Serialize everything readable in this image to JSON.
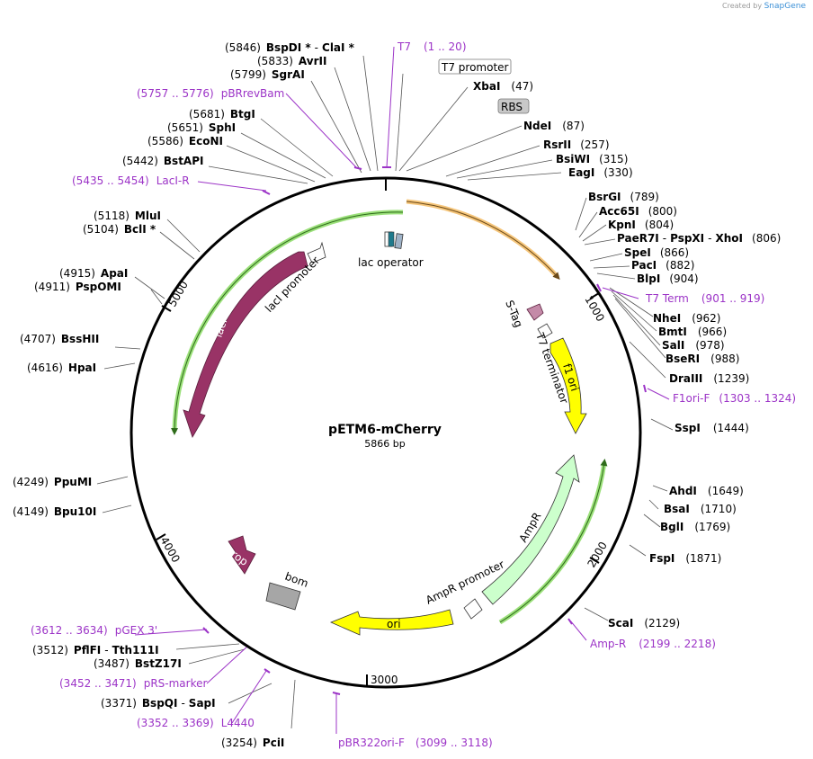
{
  "credit": {
    "created_by": "Created by",
    "brand": "SnapGene"
  },
  "plasmid": {
    "name": "pETM6-mCherry",
    "length_label": "5866 bp"
  },
  "ticks": [
    "1000",
    "2000",
    "3000",
    "4000",
    "5000"
  ],
  "sites_left": [
    {
      "pos": "(5846)",
      "name": "BspDI *",
      "extra": "ClaI *"
    },
    {
      "pos": "(5833)",
      "name": "AvrII"
    },
    {
      "pos": "(5799)",
      "name": "SgrAI"
    },
    {
      "pos": "(5681)",
      "name": "BtgI"
    },
    {
      "pos": "(5651)",
      "name": "SphI"
    },
    {
      "pos": "(5586)",
      "name": "EcoNI"
    },
    {
      "pos": "(5442)",
      "name": "BstAPI"
    },
    {
      "pos": "(5118)",
      "name": "MluI"
    },
    {
      "pos": "(5104)",
      "name": "BclI *"
    },
    {
      "pos": "(4915)",
      "name": "ApaI"
    },
    {
      "pos": "(4911)",
      "name": "PspOMI"
    },
    {
      "pos": "(4707)",
      "name": "BssHII"
    },
    {
      "pos": "(4616)",
      "name": "HpaI"
    },
    {
      "pos": "(4249)",
      "name": "PpuMI"
    },
    {
      "pos": "(4149)",
      "name": "Bpu10I"
    },
    {
      "pos": "(3512)",
      "name": "PflFI",
      "extra": "Tth111I"
    },
    {
      "pos": "(3487)",
      "name": "BstZ17I"
    },
    {
      "pos": "(3371)",
      "name": "BspQI",
      "extra": "SapI"
    },
    {
      "pos": "(3254)",
      "name": "PciI"
    }
  ],
  "sites_right": [
    {
      "name": "XbaI",
      "pos": "(47)"
    },
    {
      "name": "NdeI",
      "pos": "(87)"
    },
    {
      "name": "RsrII",
      "pos": "(257)"
    },
    {
      "name": "BsiWI",
      "pos": "(315)"
    },
    {
      "name": "EagI",
      "pos": "(330)"
    },
    {
      "name": "BsrGI",
      "pos": "(789)"
    },
    {
      "name": "Acc65I",
      "pos": "(800)"
    },
    {
      "name": "KpnI",
      "pos": "(804)"
    },
    {
      "name": "PaeR7I",
      "extra": "PspXI",
      "extra2": "XhoI",
      "pos": "(806)"
    },
    {
      "name": "SpeI",
      "pos": "(866)"
    },
    {
      "name": "PacI",
      "pos": "(882)"
    },
    {
      "name": "BlpI",
      "pos": "(904)"
    },
    {
      "name": "NheI",
      "pos": "(962)"
    },
    {
      "name": "BmtI",
      "pos": "(966)"
    },
    {
      "name": "SalI",
      "pos": "(978)"
    },
    {
      "name": "BseRI",
      "pos": "(988)"
    },
    {
      "name": "DraIII",
      "pos": "(1239)"
    },
    {
      "name": "SspI",
      "pos": "(1444)"
    },
    {
      "name": "AhdI",
      "pos": "(1649)"
    },
    {
      "name": "BsaI",
      "pos": "(1710)"
    },
    {
      "name": "BglI",
      "pos": "(1769)"
    },
    {
      "name": "FspI",
      "pos": "(1871)"
    },
    {
      "name": "ScaI",
      "pos": "(2129)"
    }
  ],
  "primers": [
    {
      "name": "T7",
      "range": "(1 .. 20)"
    },
    {
      "name": "pBRrevBam",
      "range": "(5757 .. 5776)"
    },
    {
      "name": "LacI-R",
      "range": "(5435 .. 5454)"
    },
    {
      "name": "T7 Term",
      "range": "(901 .. 919)"
    },
    {
      "name": "F1ori-F",
      "range": "(1303 .. 1324)"
    },
    {
      "name": "Amp-R",
      "range": "(2199 .. 2218)"
    },
    {
      "name": "pGEX 3'",
      "range": "(3612 .. 3634)"
    },
    {
      "name": "pRS-marker",
      "range": "(3452 .. 3471)"
    },
    {
      "name": "L4440",
      "range": "(3352 .. 3369)"
    },
    {
      "name": "pBR322ori-F",
      "range": "(3099 .. 3118)"
    }
  ],
  "boxes": {
    "t7_promoter": "T7 promoter",
    "rbs": "RBS"
  },
  "features": {
    "laci": "lacI",
    "laci_promoter": "lacI promoter",
    "lac_operator": "lac operator",
    "s_tag": "S-Tag",
    "t7_terminator": "T7 terminator",
    "f1_ori": "f1 ori",
    "ampr": "AmpR",
    "ampr_promoter": "AmpR promoter",
    "ori": "ori",
    "rop": "rop",
    "bom": "bom"
  },
  "colors": {
    "backbone": "#000000",
    "laci": "#993366",
    "f1_ori": "#ffff00",
    "ampr": "#ccffcc",
    "ori": "#ffff00",
    "rop": "#993366",
    "bom": "#a6a6a6",
    "primer": "#9c34c7",
    "orange_arc": "#f5c57a",
    "green_arc": "#9be07a"
  }
}
